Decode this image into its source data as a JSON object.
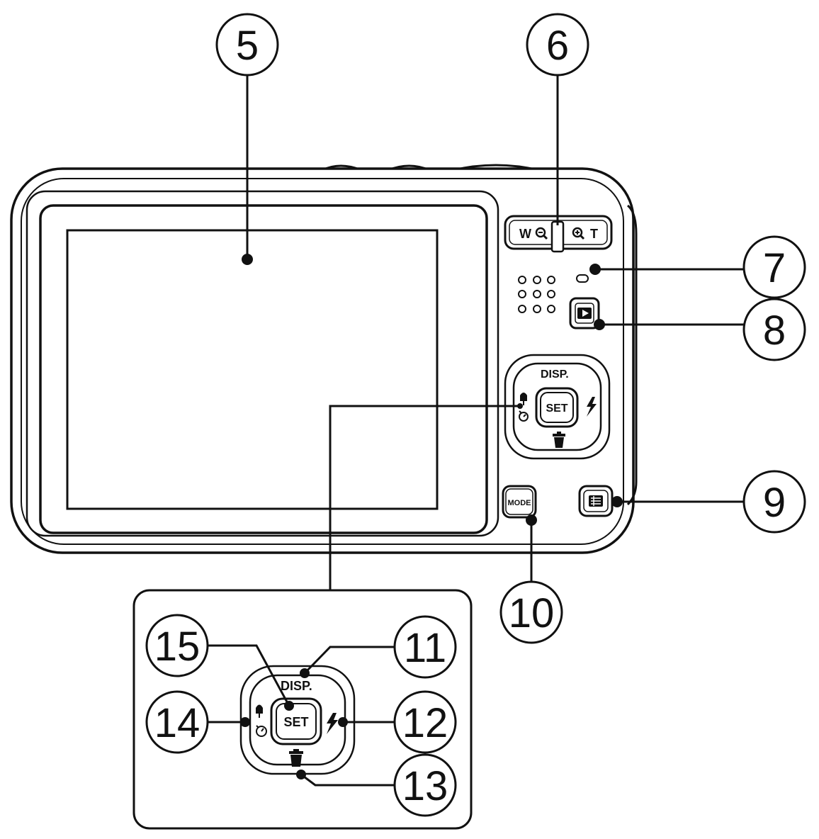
{
  "callouts": {
    "c5": "5",
    "c6": "6",
    "c7": "7",
    "c8": "8",
    "c9": "9",
    "c10": "10",
    "c11": "11",
    "c12": "12",
    "c13": "13",
    "c14": "14",
    "c15": "15"
  },
  "camera": {
    "zoom_wide_label": "W",
    "zoom_tele_label": "T",
    "dpad_top_label": "DISP.",
    "set_label": "SET",
    "mode_label": "MODE"
  },
  "inset": {
    "dpad_top_label": "DISP.",
    "set_label": "SET"
  },
  "icons": [
    "zoom-out-icon",
    "zoom-in-icon",
    "play-icon",
    "menu-icon",
    "macro-icon",
    "self-timer-icon",
    "flash-icon",
    "trash-icon",
    "speaker-icon",
    "led-icon"
  ]
}
